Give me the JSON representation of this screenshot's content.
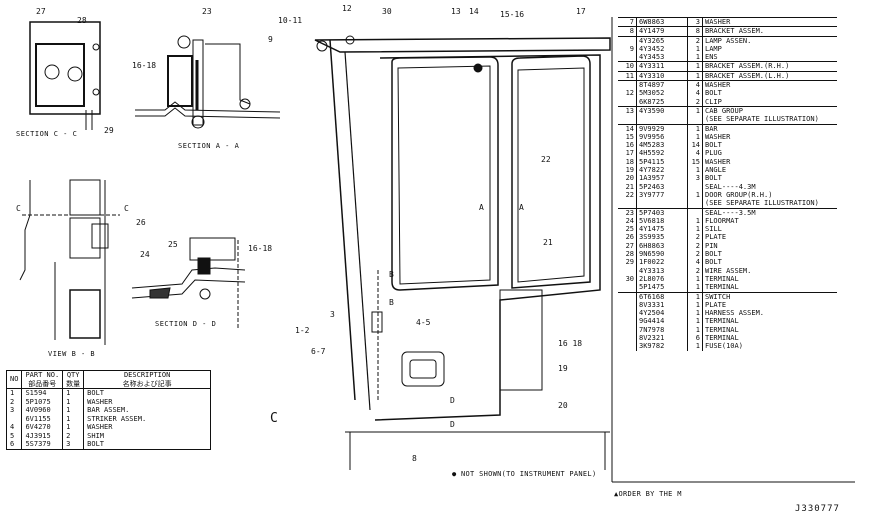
{
  "drawing": {
    "number": "J330777",
    "notes": {
      "not_shown": "● NOT SHOWN(TO INSTRUMENT PANEL)",
      "order_by": "▲ORDER BY THE M"
    },
    "section_labels": {
      "cc": "SECTION C - C",
      "aa": "SECTION A - A",
      "bb": "VIEW B - B",
      "dd": "SECTION D - D"
    },
    "letters": {
      "c": "C",
      "a": "A",
      "b": "B",
      "d": "D",
      "big_c": "C"
    },
    "callouts": [
      "27",
      "28",
      "29",
      "23",
      "16-18",
      "10-11",
      "9",
      "12",
      "30",
      "13",
      "14",
      "15-16",
      "17",
      "22",
      "26",
      "24",
      "25",
      "16-18",
      "21",
      "1-2",
      "3",
      "4-5",
      "6-7",
      "16 18",
      "19",
      "20",
      "8"
    ]
  },
  "bottom_table": {
    "headers": {
      "no": "NO",
      "part_no": "PART NO.",
      "part_no_jp": "部品番号",
      "qty": "QTY",
      "qty_jp": "数量",
      "desc": "DESCRIPTION",
      "desc_jp": "名称および記事"
    },
    "rows": [
      {
        "no": "1",
        "part": "S1594",
        "qty": "1",
        "desc": "BOLT"
      },
      {
        "no": "2",
        "part": "5P1075",
        "qty": "1",
        "desc": "WASHER"
      },
      {
        "no": "3",
        "part": "4V0960",
        "qty": "1",
        "desc": "BAR ASSEM."
      },
      {
        "no": "",
        "part": "6V1155",
        "qty": "1",
        "desc": "STRIKER ASSEM."
      },
      {
        "no": "4",
        "part": "6V4270",
        "qty": "1",
        "desc": "  WASHER"
      },
      {
        "no": "5",
        "part": "4J3915",
        "qty": "2",
        "desc": "SHIM"
      },
      {
        "no": "6",
        "part": "5S7379",
        "qty": "3",
        "desc": "BOLT"
      }
    ]
  },
  "right_table": {
    "rows": [
      {
        "no": "7",
        "part": "6W8863",
        "qty": "3",
        "desc": "WASHER",
        "sep": true
      },
      {
        "no": "8",
        "part": "4Y1479",
        "qty": "8",
        "desc": "BRACKET ASSEM.",
        "sep": true
      },
      {
        "no": "",
        "part": "4Y3265",
        "qty": "2",
        "desc": "LAMP ASSEN.",
        "sep": true
      },
      {
        "no": "9",
        "part": "4Y3452",
        "qty": "1",
        "desc": "  LAMP",
        "sep": false
      },
      {
        "no": "",
        "part": "4Y3453",
        "qty": "1",
        "desc": "  ENS",
        "sep": false
      },
      {
        "no": "10",
        "part": "4Y3311",
        "qty": "1",
        "desc": "BRACKET ASSEM.(R.H.)",
        "sep": true
      },
      {
        "no": "11",
        "part": "4Y3310",
        "qty": "1",
        "desc": "BRACKET ASSEM.(L.H.)",
        "sep": true
      },
      {
        "no": "",
        "part": "8T4897",
        "qty": "4",
        "desc": "WASHER",
        "sep": true
      },
      {
        "no": "12",
        "part": "5M3052",
        "qty": "4",
        "desc": "BOLT",
        "sep": false
      },
      {
        "no": "",
        "part": "6K8725",
        "qty": "2",
        "desc": "CLIP",
        "sep": false
      },
      {
        "no": "13",
        "part": "4Y3590",
        "qty": "1",
        "desc": "CAB GROUP",
        "sep": true
      },
      {
        "no": "",
        "part": "",
        "qty": "",
        "desc": "(SEE SEPARATE ILLUSTRATION)",
        "sep": false
      },
      {
        "no": "14",
        "part": "9V9929",
        "qty": "1",
        "desc": "BAR",
        "sep": true
      },
      {
        "no": "15",
        "part": "9V9956",
        "qty": "1",
        "desc": "WASHER",
        "sep": false
      },
      {
        "no": "16",
        "part": "4M5283",
        "qty": "14",
        "desc": "BOLT",
        "sep": false
      },
      {
        "no": "17",
        "part": "4H5592",
        "qty": "4",
        "desc": "PLUG",
        "sep": false
      },
      {
        "no": "18",
        "part": "5P4115",
        "qty": "15",
        "desc": "WASHER",
        "sep": false
      },
      {
        "no": "19",
        "part": "4Y7822",
        "qty": "1",
        "desc": "ANGLE",
        "sep": false
      },
      {
        "no": "20",
        "part": "1A3957",
        "qty": "3",
        "desc": "BOLT",
        "sep": false
      },
      {
        "no": "21",
        "part": "5P2463",
        "qty": "",
        "desc": "SEAL----4.3M",
        "sep": false
      },
      {
        "no": "22",
        "part": "3Y9777",
        "qty": "1",
        "desc": "DOOR GROUP(R.H.)",
        "sep": false
      },
      {
        "no": "",
        "part": "",
        "qty": "",
        "desc": "(SEE SEPARATE ILLUSTRATION)",
        "sep": false
      },
      {
        "no": "23",
        "part": "5P7403",
        "qty": "",
        "desc": "SEAL----3.5M",
        "sep": true
      },
      {
        "no": "24",
        "part": "5V6818",
        "qty": "1",
        "desc": "FLOORMAT",
        "sep": false
      },
      {
        "no": "25",
        "part": "4Y1475",
        "qty": "1",
        "desc": "SILL",
        "sep": false
      },
      {
        "no": "26",
        "part": "3S9935",
        "qty": "2",
        "desc": "PLATE",
        "sep": false
      },
      {
        "no": "27",
        "part": "6H8863",
        "qty": "2",
        "desc": "PIN",
        "sep": false
      },
      {
        "no": "28",
        "part": "9N6590",
        "qty": "2",
        "desc": "BOLT",
        "sep": false
      },
      {
        "no": "29",
        "part": "1F0022",
        "qty": "4",
        "desc": "BOLT",
        "sep": false
      },
      {
        "no": "",
        "part": "4Y3313",
        "qty": "2",
        "desc": "WIRE ASSEM.",
        "sep": false
      },
      {
        "no": "30",
        "part": "2L8076",
        "qty": "1",
        "desc": "  TERMINAL",
        "sep": false
      },
      {
        "no": "",
        "part": "5P1475",
        "qty": "1",
        "desc": "  TERMINAL",
        "sep": false
      },
      {
        "no": "",
        "part": "6T6168",
        "qty": "1",
        "desc": "SWITCH",
        "sep": true
      },
      {
        "no": "",
        "part": "8V3331",
        "qty": "1",
        "desc": "PLATE",
        "sep": false
      },
      {
        "no": "",
        "part": "4Y2504",
        "qty": "1",
        "desc": "HARNESS ASSEM.",
        "sep": false
      },
      {
        "no": "",
        "part": "9G4414",
        "qty": "1",
        "desc": "  TERMINAL",
        "sep": false
      },
      {
        "no": "",
        "part": "7N7978",
        "qty": "1",
        "desc": "  TERMINAL",
        "sep": false
      },
      {
        "no": "",
        "part": "8V2321",
        "qty": "6",
        "desc": "  TERMINAL",
        "sep": false
      },
      {
        "no": "",
        "part": "3K9782",
        "qty": "1",
        "desc": "FUSE(10A)",
        "sep": false
      }
    ]
  }
}
